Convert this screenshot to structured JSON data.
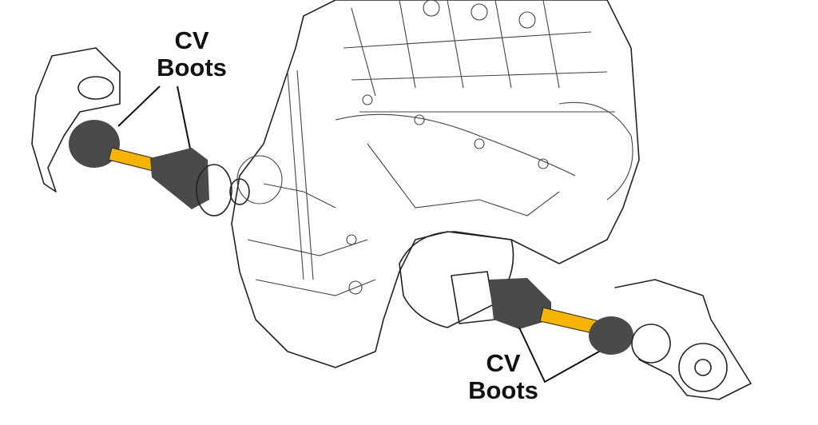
{
  "labels": {
    "top_left": {
      "line1": "CV",
      "line2": "Boots"
    },
    "bottom_right": {
      "line1": "CV",
      "line2": "Boots"
    }
  },
  "colors": {
    "shaft": "#f7b500",
    "boot": "#4a4a4a",
    "line": "#222222",
    "background": "#ffffff"
  }
}
